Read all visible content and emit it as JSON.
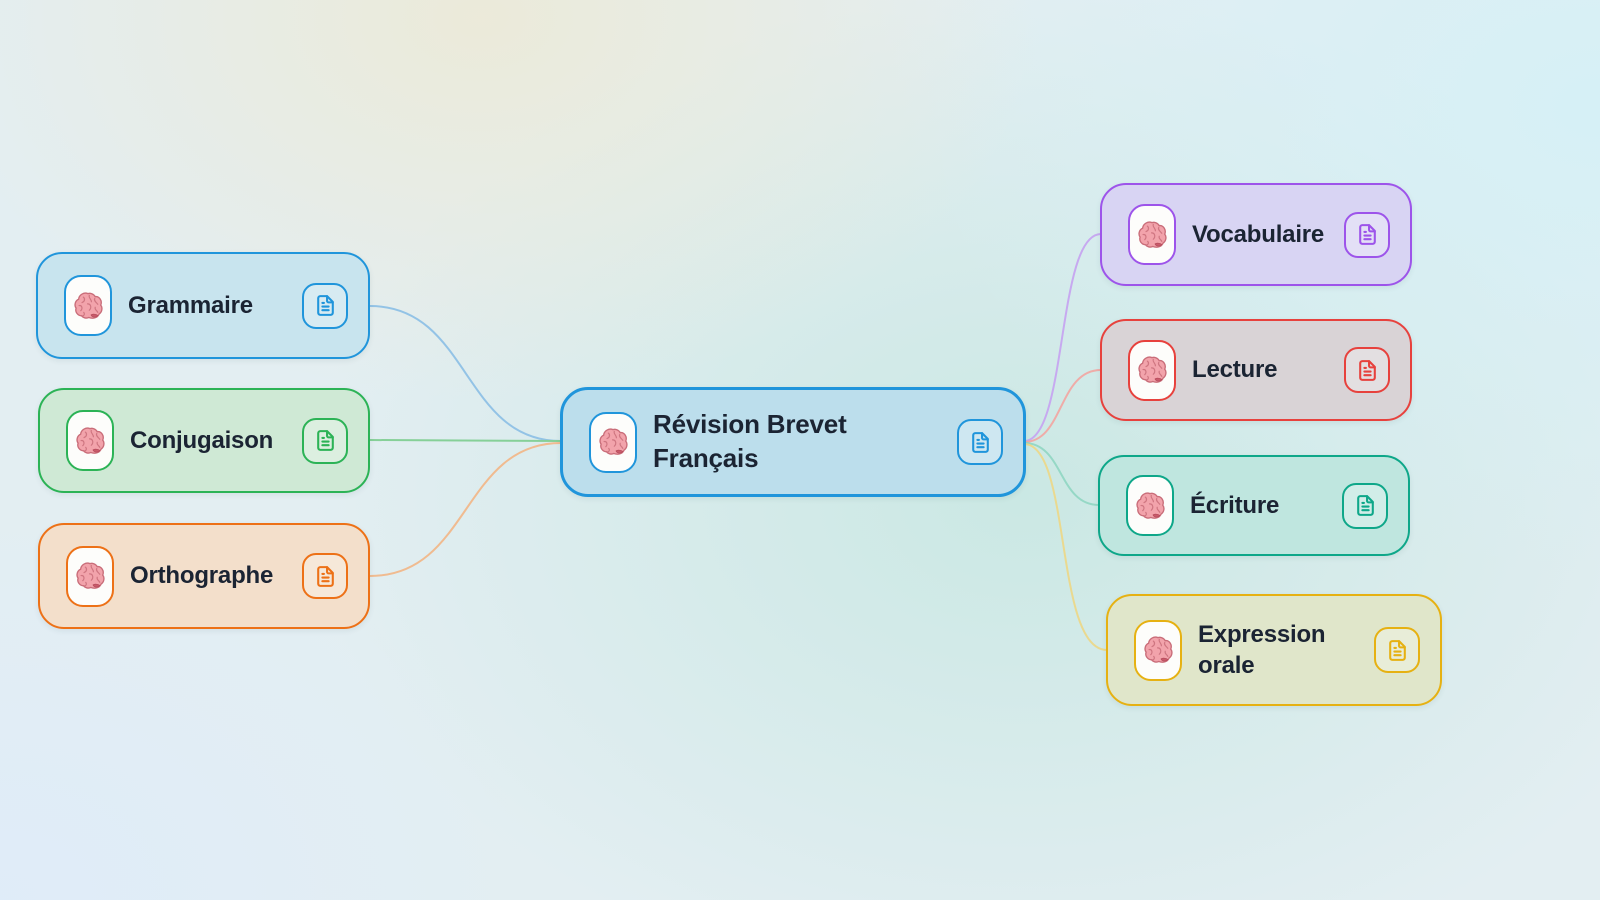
{
  "mindmap": {
    "text_color": "#1b2433",
    "icons": {
      "node_badge": "brain-icon",
      "node_action": "file-text-icon"
    },
    "nodes": [
      {
        "id": "revision-brevet-francais",
        "label": "Révision Brevet Français",
        "role": "root",
        "border": "#2095db",
        "fill": "#bcdeec",
        "line": "#93c3e6"
      },
      {
        "id": "grammaire",
        "label": "Grammaire",
        "role": "branch-left",
        "border": "#2095db",
        "fill": "#c8e4ee",
        "line": "#93c3e6"
      },
      {
        "id": "conjugaison",
        "label": "Conjugaison",
        "role": "branch-left",
        "border": "#2cb356",
        "fill": "#cfe9d5",
        "line": "#86d098"
      },
      {
        "id": "orthographe",
        "label": "Orthographe",
        "role": "branch-left",
        "border": "#ed7117",
        "fill": "#f3dfcb",
        "line": "#f0bb90"
      },
      {
        "id": "vocabulaire",
        "label": "Vocabulaire",
        "role": "branch-right",
        "border": "#9d54ea",
        "fill": "#d8d4f3",
        "line": "#c7a9f0"
      },
      {
        "id": "lecture",
        "label": "Lecture",
        "role": "branch-right",
        "border": "#e7413d",
        "fill": "#d9d3d6",
        "line": "#efaca8"
      },
      {
        "id": "ecriture",
        "label": "Écriture",
        "role": "branch-right",
        "border": "#0ea789",
        "fill": "#bfe6df",
        "line": "#96d8c6"
      },
      {
        "id": "expression-orale",
        "label": "Expression orale",
        "role": "branch-right",
        "border": "#e6b112",
        "fill": "#e0e6ca",
        "line": "#ead98f"
      }
    ]
  }
}
